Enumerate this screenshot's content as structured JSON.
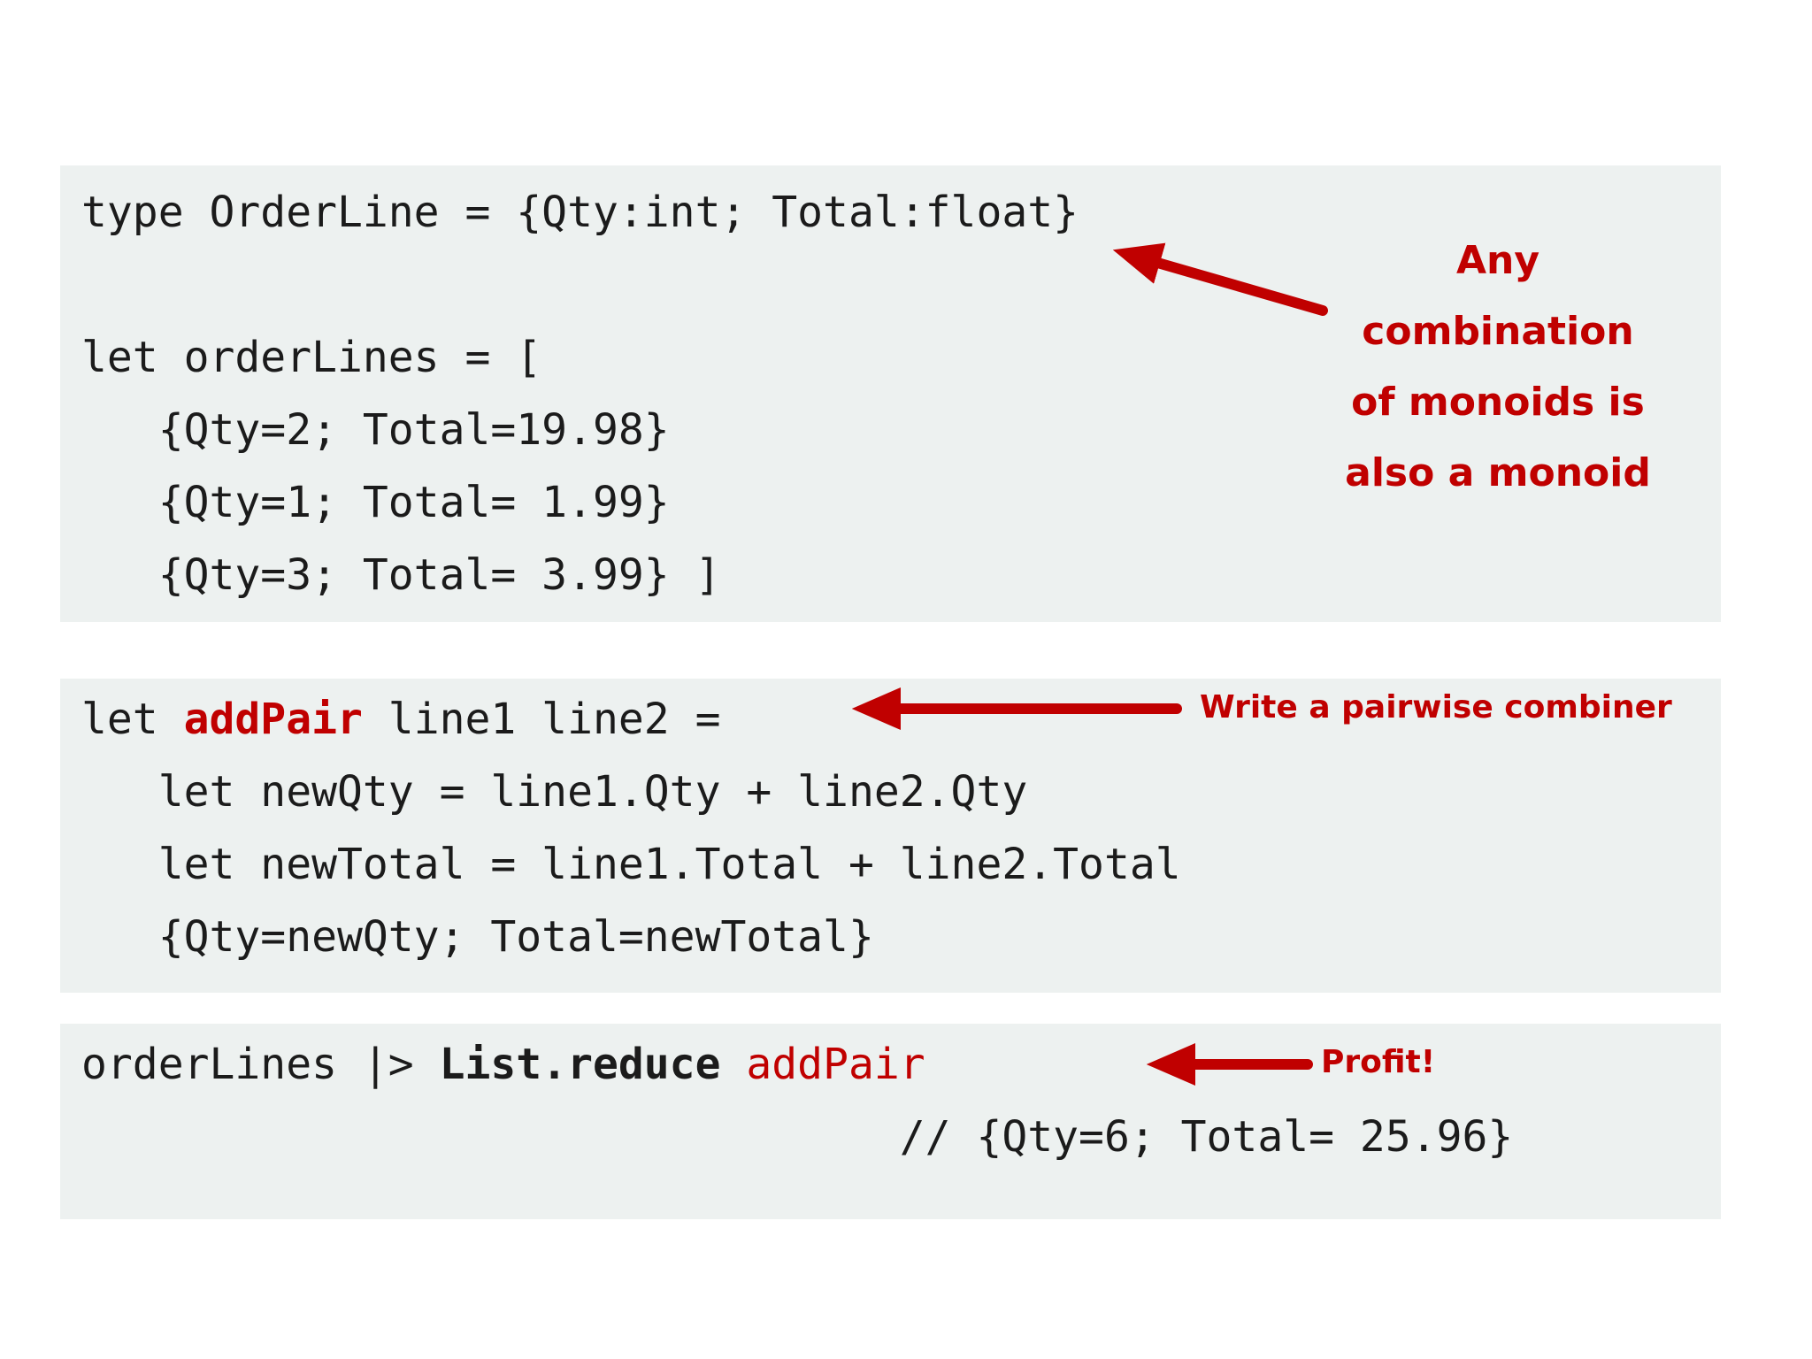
{
  "colors": {
    "accent_red": "#c00000",
    "block_bg": "#edf1f0",
    "code_text": "#1b1b1b",
    "page_bg": "#ffffff"
  },
  "code_blocks": [
    {
      "name": "orderline-type-and-list",
      "lines": [
        [
          {
            "t": "type OrderLine = {Qty:int; Total:float}"
          }
        ],
        [
          {
            "t": ""
          }
        ],
        [
          {
            "t": "let orderLines = ["
          }
        ],
        [
          {
            "t": "   {Qty=2; Total=19.98}"
          }
        ],
        [
          {
            "t": "   {Qty=1; Total= 1.99}"
          }
        ],
        [
          {
            "t": "   {Qty=3; Total= 3.99} ]"
          }
        ]
      ]
    },
    {
      "name": "addpair-combiner",
      "lines": [
        [
          {
            "t": "let "
          },
          {
            "t": "addPair",
            "c": "red bold"
          },
          {
            "t": " line1 line2 ="
          }
        ],
        [
          {
            "t": "   let newQty = line1.Qty + line2.Qty"
          }
        ],
        [
          {
            "t": "   let newTotal = line1.Total + line2.Total"
          }
        ],
        [
          {
            "t": "   {Qty=newQty; Total=newTotal}"
          }
        ]
      ]
    },
    {
      "name": "reduce-result",
      "lines": [
        [
          {
            "t": "orderLines |> "
          },
          {
            "t": "List.reduce",
            "c": "bold"
          },
          {
            "t": " "
          },
          {
            "t": "addPair",
            "c": "red"
          }
        ],
        [
          {
            "t": "                                // {Qty=6; Total= 25.96}"
          }
        ]
      ]
    }
  ],
  "annotations": {
    "monoid_note": {
      "lines": [
        "Any combination",
        "of monoids is",
        "also a monoid"
      ]
    },
    "combiner_note": {
      "text": "Write a pairwise combiner"
    },
    "profit_note": {
      "text": "Profit!"
    }
  }
}
